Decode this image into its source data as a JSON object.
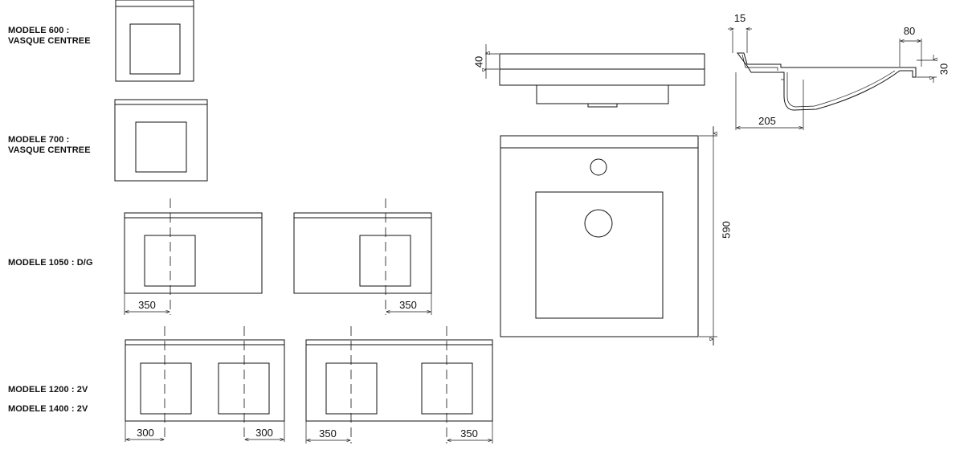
{
  "models": {
    "m600": {
      "line1": "MODELE 600 :",
      "line2": "VASQUE CENTREE"
    },
    "m700": {
      "line1": "MODELE 700 :",
      "line2": "VASQUE CENTREE"
    },
    "m1050": "MODELE 1050 : D/G",
    "m1200": "MODELE 1200 : 2V",
    "m1400": "MODELE 1400 : 2V"
  },
  "dimensions": {
    "d1050_left": "350",
    "d1050_right": "350",
    "d1200_left": "300",
    "d1200_right": "300",
    "d1400_left": "350",
    "d1400_right": "350",
    "front_thickness": "40",
    "top_depth": "590",
    "section_rim": "15",
    "section_edge": "80",
    "section_lip": "30",
    "section_drain": "205"
  }
}
